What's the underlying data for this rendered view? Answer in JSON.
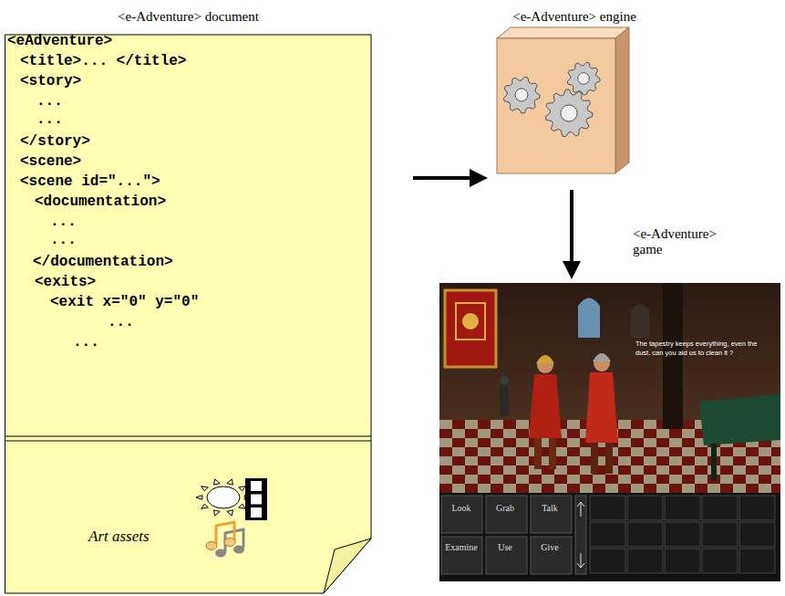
{
  "diagram": {
    "nodes": [
      {
        "text": [
          "<e-Adventure> document",
          "<eAdventure>",
          "<title>... </title>",
          "<story>",
          "...",
          "...",
          "</story>",
          "<scene>",
          "<scene id=\"...\">",
          "<documentation>",
          "...",
          "...",
          "</documentation>",
          "<exits>",
          "<exit x=\"0\" y=\"0\"",
          "...",
          "...",
          "Art assets"
        ]
      },
      {
        "text": [
          "<e-Adventure> engine"
        ]
      },
      {
        "text": [
          "<e-Adventure> game",
          "The tapestry keeps everything, even the dust, can you aid us to clean it ?",
          "Look",
          "Grab",
          "Talk",
          "Examine",
          "Use",
          "Give"
        ]
      }
    ],
    "edges": [
      {
        "from": 0,
        "to": 1,
        "arrow": "to"
      },
      {
        "from": 1,
        "to": 2,
        "arrow": "to"
      }
    ]
  }
}
